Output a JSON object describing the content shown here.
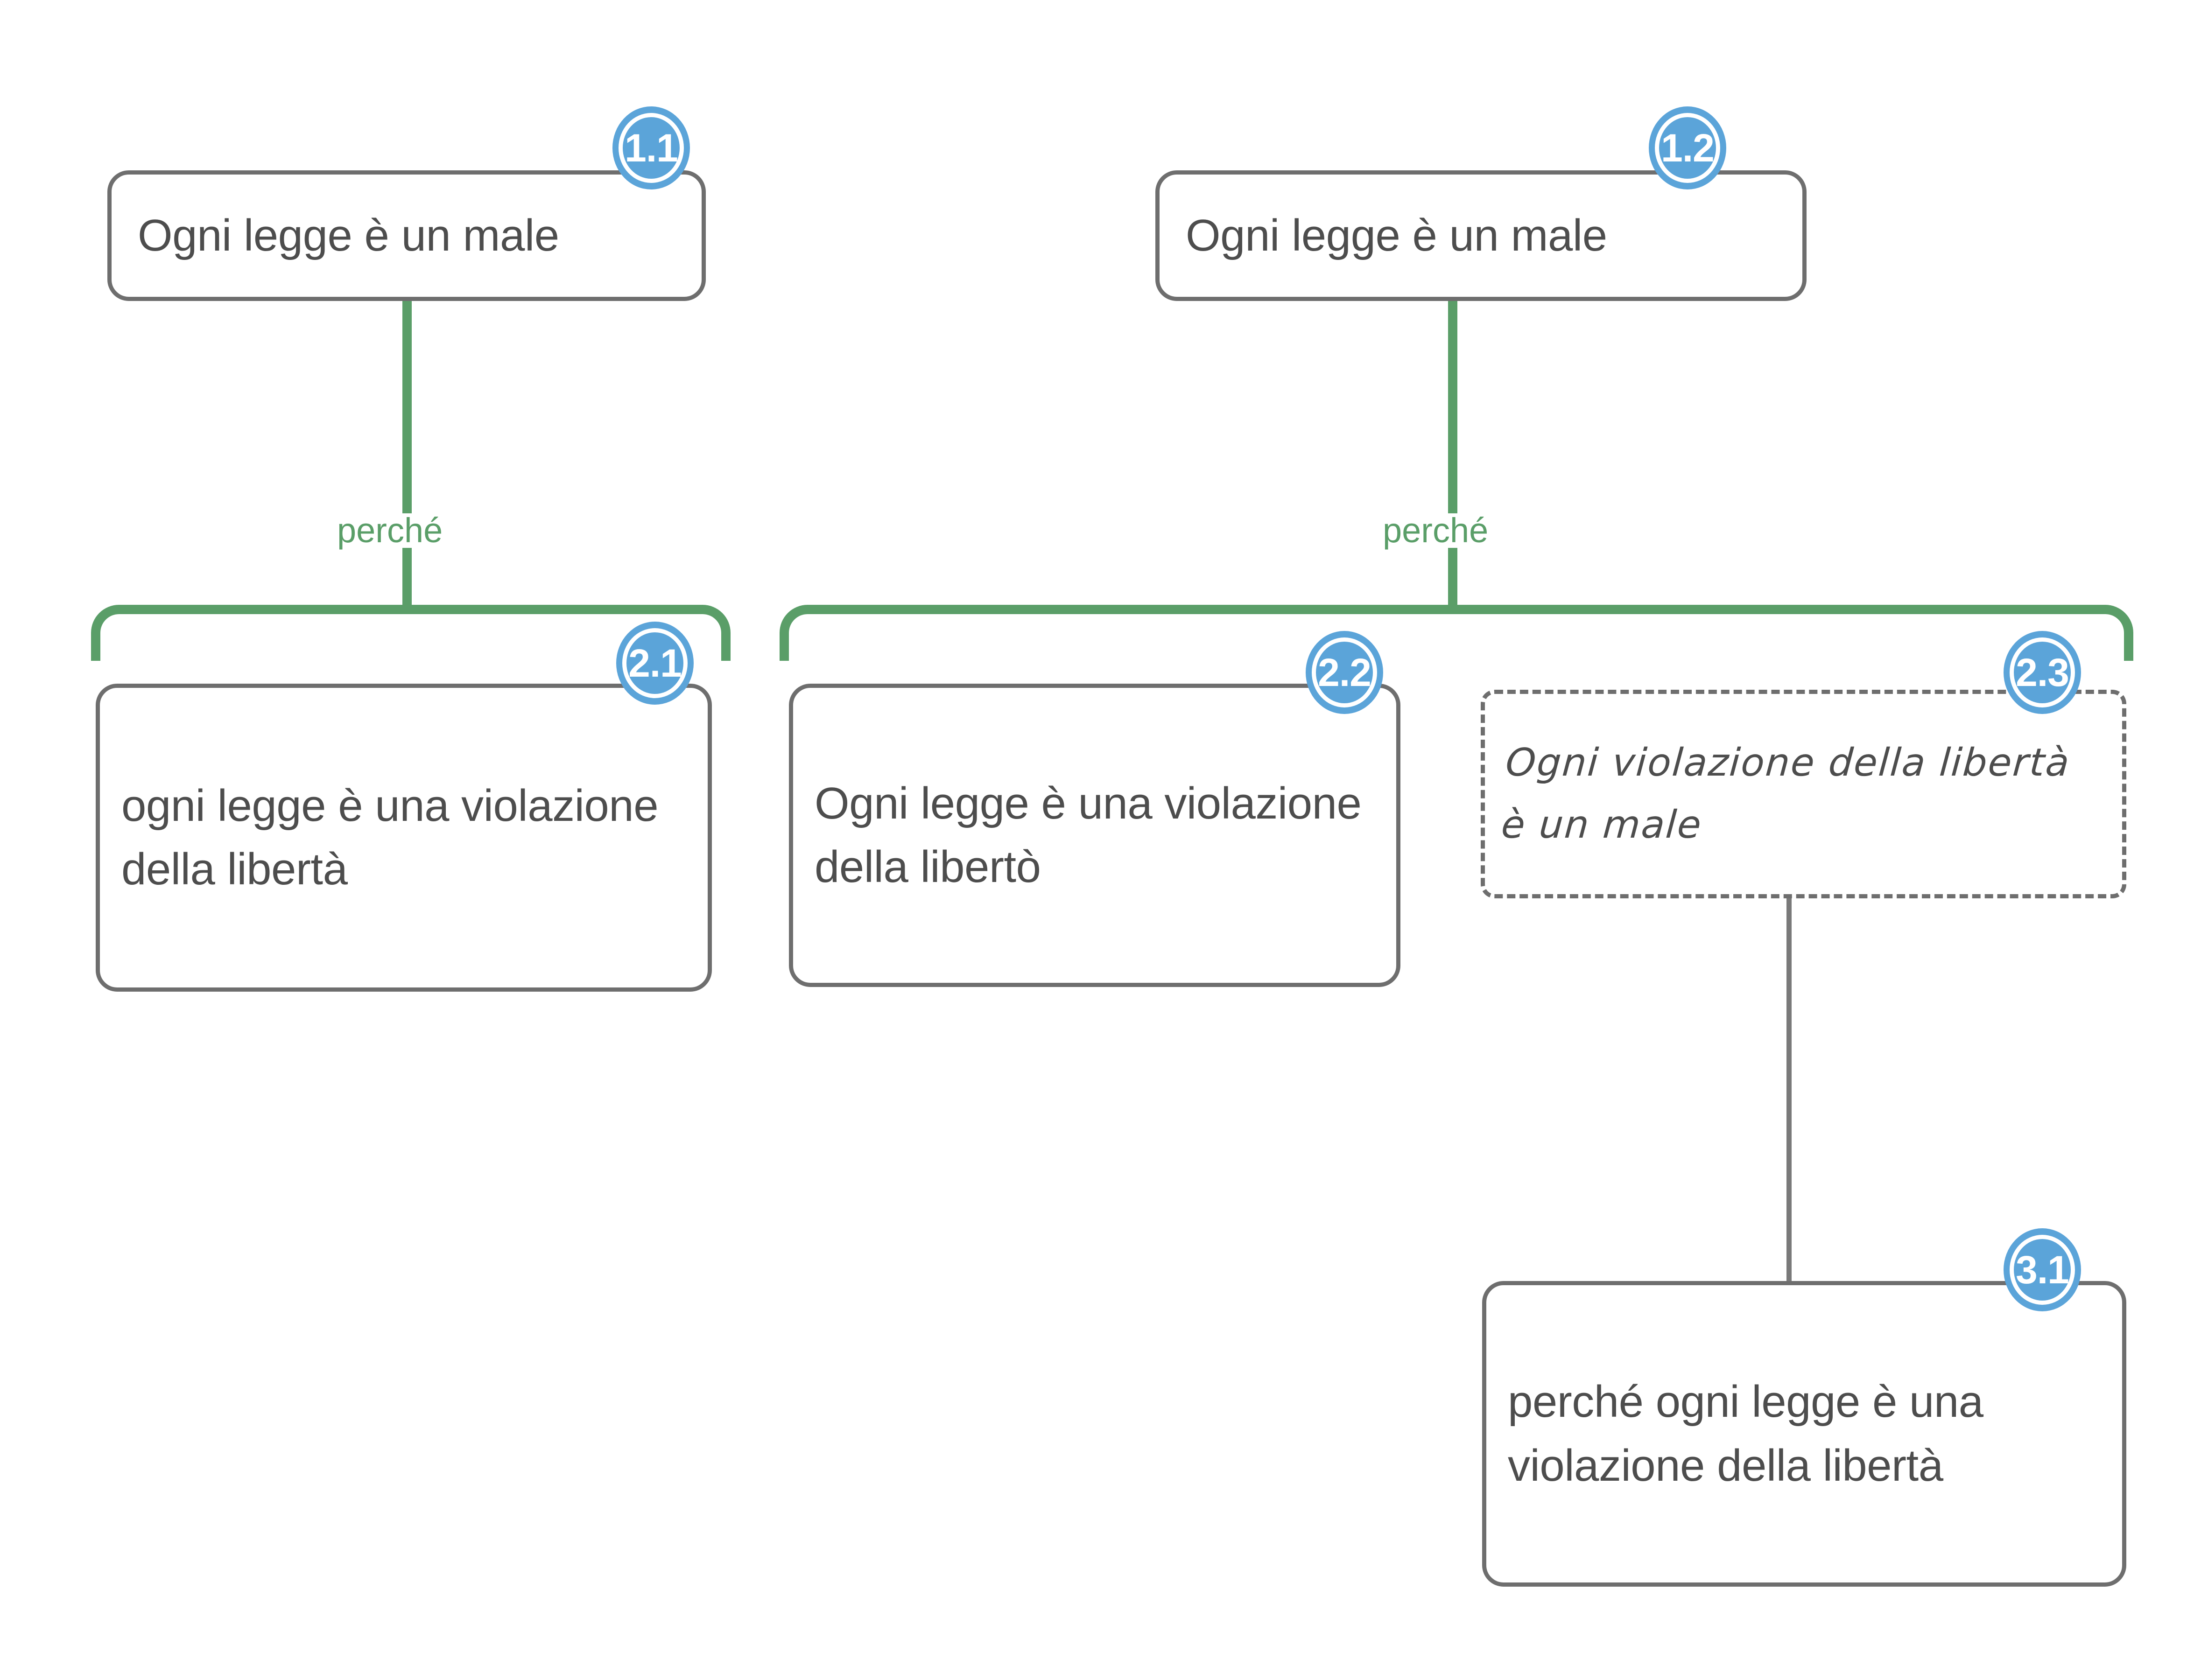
{
  "diagram": {
    "kind": "argument-map",
    "accent_blue": "#5ba4d9",
    "support_green": "#5a9e68",
    "box_gray": "#6e6e6e",
    "text_gray": "#4d4d4d",
    "nodes": [
      {
        "id": "1.1",
        "badge": "1.1",
        "text": "Ogni legge è un male",
        "style": "solid"
      },
      {
        "id": "1.2",
        "badge": "1.2",
        "text": "Ogni legge è un male",
        "style": "solid"
      },
      {
        "id": "2.1",
        "badge": "2.1",
        "text": "ogni legge è una violazione della libertà",
        "style": "solid"
      },
      {
        "id": "2.2",
        "badge": "2.2",
        "text": "Ogni legge è una violazione della libertò",
        "style": "solid"
      },
      {
        "id": "2.3",
        "badge": "2.3",
        "text": "Ogni violazione della libertà è un male",
        "style": "dashed-handwriting"
      },
      {
        "id": "3.1",
        "badge": "3.1",
        "text": "perché ogni legge è una violazione della libertà",
        "style": "solid"
      }
    ],
    "edges": [
      {
        "from": "1.1",
        "to": "2.1",
        "label": "perché",
        "color": "green"
      },
      {
        "from": "1.2",
        "to": "2.2",
        "label": "perché",
        "color": "green"
      },
      {
        "from": "1.2",
        "to": "2.3",
        "label": "perché",
        "color": "green"
      },
      {
        "from": "2.3",
        "to": "3.1",
        "label": "",
        "color": "gray"
      }
    ]
  }
}
